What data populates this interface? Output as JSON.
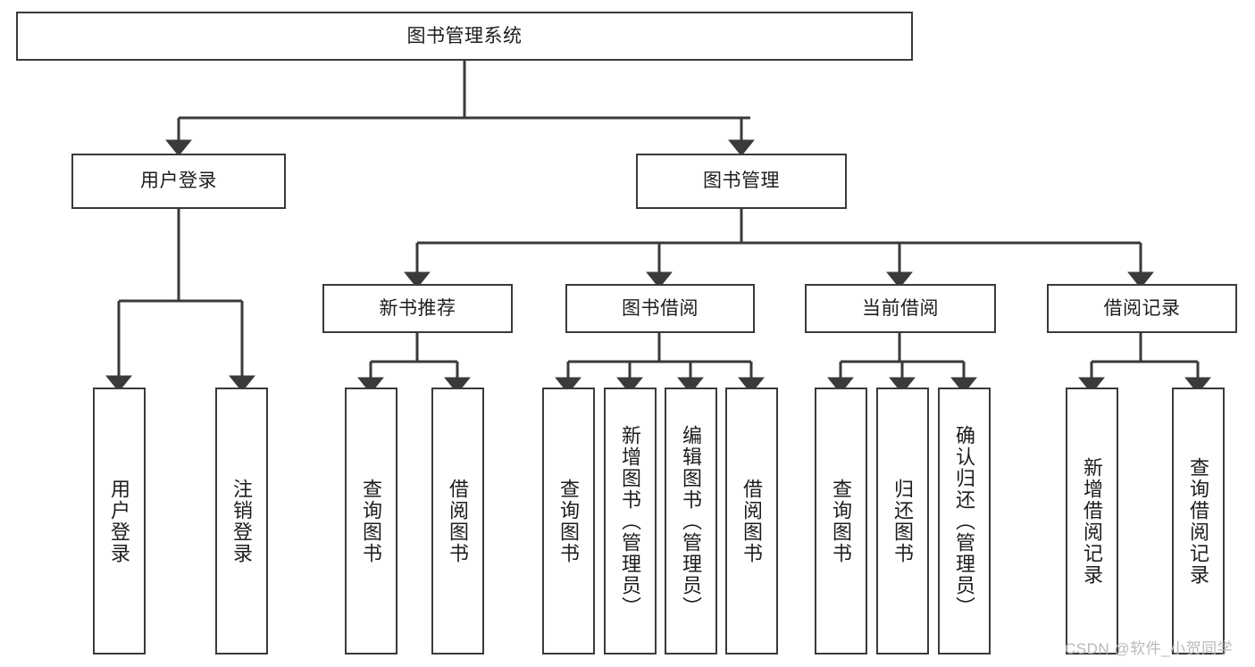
{
  "diagram": {
    "title": "图书管理系统",
    "type": "tree",
    "root": {
      "id": "root",
      "label": "图书管理系统"
    },
    "level1": [
      {
        "id": "user-login",
        "label": "用户登录"
      },
      {
        "id": "book-management",
        "label": "图书管理"
      }
    ],
    "level2": [
      {
        "id": "new-book-recommend",
        "label": "新书推荐",
        "parent": "book-management"
      },
      {
        "id": "book-borrow",
        "label": "图书借阅",
        "parent": "book-management"
      },
      {
        "id": "current-borrow",
        "label": "当前借阅",
        "parent": "book-management"
      },
      {
        "id": "borrow-record",
        "label": "借阅记录",
        "parent": "book-management"
      }
    ],
    "leaves": [
      {
        "id": "leaf-user-login",
        "label": "用户登录",
        "parent": "user-login"
      },
      {
        "id": "leaf-logout",
        "label": "注销登录",
        "parent": "user-login"
      },
      {
        "id": "leaf-query-book-1",
        "label": "查询图书",
        "parent": "new-book-recommend"
      },
      {
        "id": "leaf-borrow-book-1",
        "label": "借阅图书",
        "parent": "new-book-recommend"
      },
      {
        "id": "leaf-query-book-2",
        "label": "查询图书",
        "parent": "book-borrow"
      },
      {
        "id": "leaf-add-book",
        "label": "新增图书（管理员）",
        "parent": "book-borrow"
      },
      {
        "id": "leaf-edit-book",
        "label": "编辑图书（管理员）",
        "parent": "book-borrow"
      },
      {
        "id": "leaf-borrow-book-2",
        "label": "借阅图书",
        "parent": "book-borrow"
      },
      {
        "id": "leaf-query-book-3",
        "label": "查询图书",
        "parent": "current-borrow"
      },
      {
        "id": "leaf-return-book",
        "label": "归还图书",
        "parent": "current-borrow"
      },
      {
        "id": "leaf-confirm-return",
        "label": "确认归还（管理员）",
        "parent": "current-borrow"
      },
      {
        "id": "leaf-add-record",
        "label": "新增借阅记录",
        "parent": "borrow-record"
      },
      {
        "id": "leaf-query-record",
        "label": "查询借阅记录",
        "parent": "borrow-record"
      }
    ]
  },
  "watermark": {
    "text": "CSDN @软件_小贺同学"
  },
  "colors": {
    "border": "#3a3a3a",
    "text": "#1d1d1d",
    "background": "#ffffff",
    "watermark": "#b9b9b9"
  }
}
